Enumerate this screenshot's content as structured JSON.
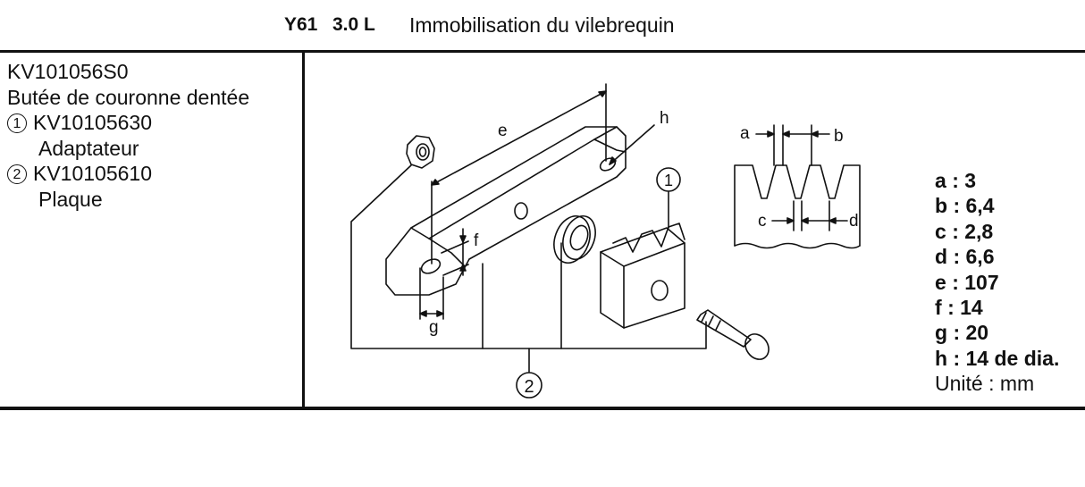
{
  "header": {
    "model": "Y61",
    "displacement": "3.0 L",
    "title": "Immobilisation du vilebrequin"
  },
  "tool": {
    "number": "KV101056S0",
    "name": "Butée de couronne dentée",
    "parts": [
      {
        "index": "1",
        "number": "KV10105630",
        "name": "Adaptateur"
      },
      {
        "index": "2",
        "number": "KV10105610",
        "name": "Plaque"
      }
    ]
  },
  "figure": {
    "labels": {
      "a": "a",
      "b": "b",
      "c": "c",
      "d": "d",
      "e": "e",
      "f": "f",
      "g": "g",
      "h": "h"
    },
    "callouts": [
      "1",
      "2"
    ]
  },
  "dimensions": [
    {
      "key": "a",
      "sep": ":",
      "value": "3"
    },
    {
      "key": "b",
      "sep": ":",
      "value": "6,4"
    },
    {
      "key": "c",
      "sep": ":",
      "value": "2,8"
    },
    {
      "key": "d",
      "sep": ":",
      "value": "6,6"
    },
    {
      "key": "e",
      "sep": ":",
      "value": "107"
    },
    {
      "key": "f",
      "sep": ":",
      "value": "14"
    },
    {
      "key": "g",
      "sep": ":",
      "value": "20"
    },
    {
      "key": "h",
      "sep": ":",
      "value": "14 de dia."
    }
  ],
  "unit": "Unité : mm"
}
